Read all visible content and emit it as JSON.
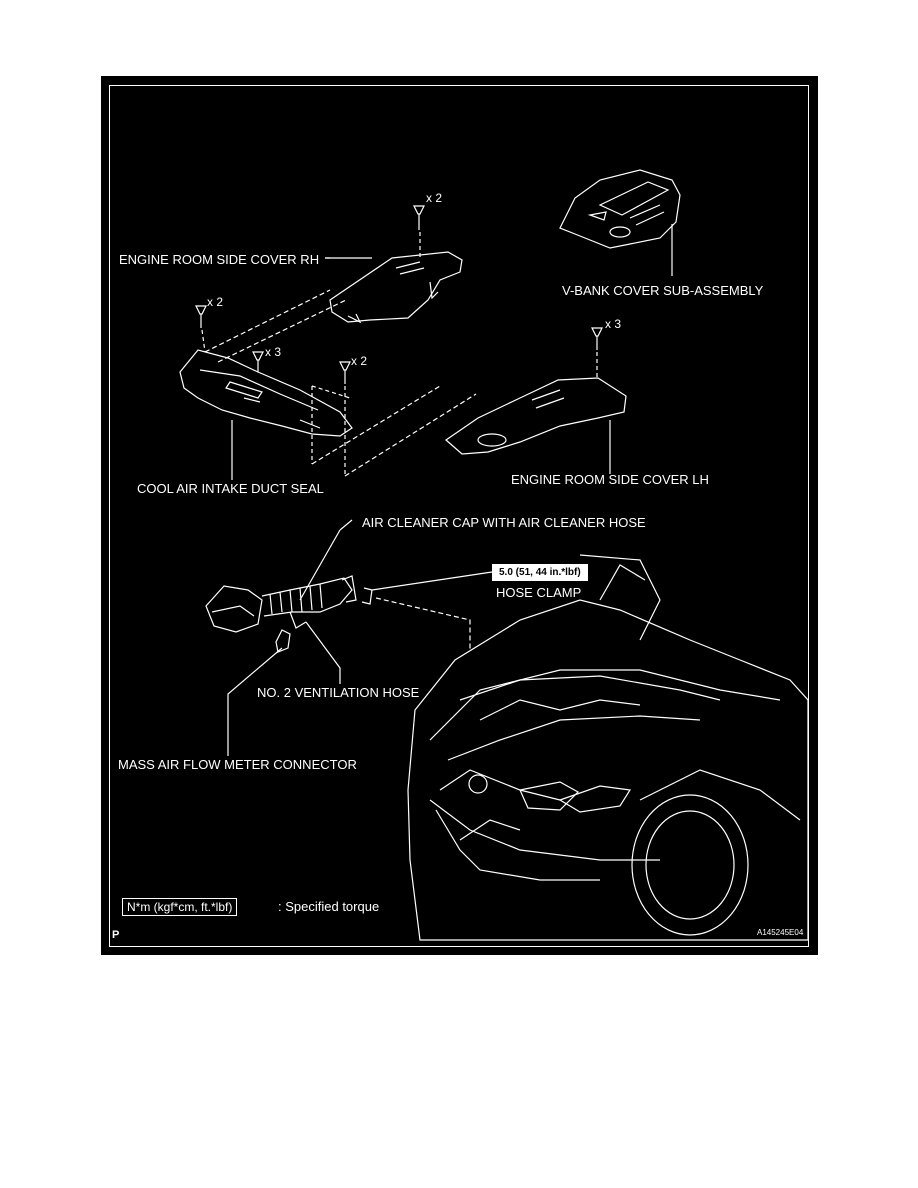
{
  "labels": {
    "engine_room_side_cover_rh": "ENGINE ROOM SIDE COVER RH",
    "v_bank_cover": "V-BANK COVER SUB-ASSEMBLY",
    "cool_air_intake_duct_seal": "COOL AIR INTAKE DUCT SEAL",
    "engine_room_side_cover_lh": "ENGINE ROOM SIDE COVER LH",
    "air_cleaner_cap": "AIR CLEANER CAP WITH AIR CLEANER HOSE",
    "hose_clamp": "HOSE CLAMP",
    "no2_ventilation_hose": "NO. 2 VENTILATION HOSE",
    "maf_connector": "MASS AIR FLOW METER CONNECTOR"
  },
  "quantities": {
    "rh_clips": "x 2",
    "seal_left_clips": "x 2",
    "seal_mid_clips": "x 3",
    "seal_right_clips": "x 2",
    "lh_clips": "x 3"
  },
  "torque": {
    "hose_clamp_value": "5.0 (51, 44 in.*lbf)"
  },
  "legend": {
    "unit_box": "N*m (kgf*cm, ft.*lbf)",
    "description": ": Specified torque"
  },
  "footer": {
    "page_marker": "P",
    "figure_id": "A145245E04"
  },
  "colors": {
    "background": "#000000",
    "lines": "#ffffff"
  }
}
